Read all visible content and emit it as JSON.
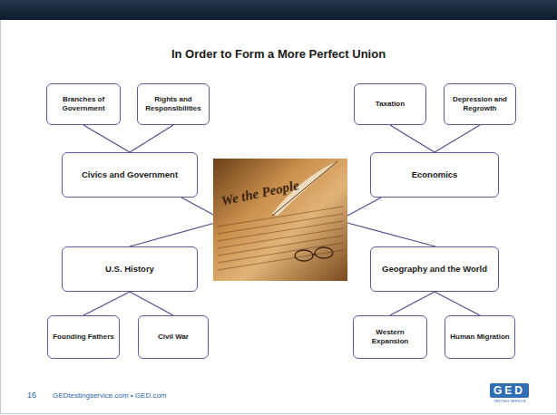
{
  "diagram": {
    "title": "In Order to Form a More Perfect Union",
    "nodes": [
      {
        "text": [
          "Branches of Government"
        ]
      },
      {
        "text": [
          "Rights and Responsibilities"
        ]
      },
      {
        "text": [
          "Taxation"
        ]
      },
      {
        "text": [
          "Depression and Regrowth"
        ]
      },
      {
        "text": [
          "Civics and Government"
        ]
      },
      {
        "text": [
          "Economics"
        ]
      },
      {
        "text": [
          "U.S. History"
        ]
      },
      {
        "text": [
          "Geography and the World"
        ]
      },
      {
        "text": [
          "Founding Fathers"
        ]
      },
      {
        "text": [
          "Civil War"
        ]
      },
      {
        "text": [
          "Western Expansion"
        ]
      },
      {
        "text": [
          "Human Migration"
        ]
      }
    ],
    "edges": [
      {
        "from": 0,
        "to": 4,
        "arrow": "none"
      },
      {
        "from": 1,
        "to": 4,
        "arrow": "none"
      },
      {
        "from": 2,
        "to": 5,
        "arrow": "none"
      },
      {
        "from": 3,
        "to": 5,
        "arrow": "none"
      },
      {
        "from": 6,
        "to": 8,
        "arrow": "none"
      },
      {
        "from": 6,
        "to": 9,
        "arrow": "none"
      },
      {
        "from": 7,
        "to": 10,
        "arrow": "none"
      },
      {
        "from": 7,
        "to": 11,
        "arrow": "none"
      }
    ],
    "labels": [
      "We the People",
      "16",
      "GEDtestingservice.com • GED.com",
      "GED",
      "TESTING SERVICE"
    ]
  }
}
